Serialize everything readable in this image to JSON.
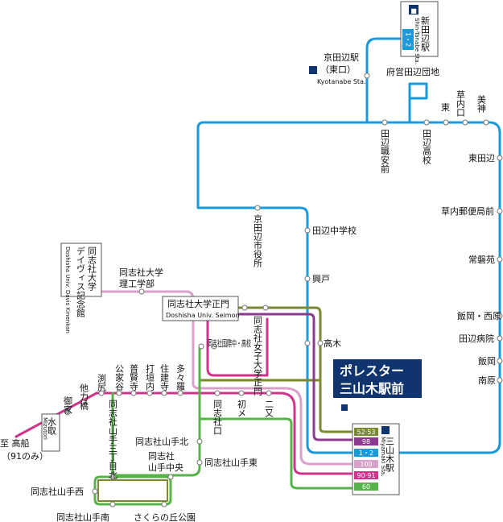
{
  "colors": {
    "blue": "#1a9ad9",
    "olive": "#7a8a2e",
    "magenta": "#d0338c",
    "purple": "#8c3a8f",
    "pink": "#d9a0c9",
    "green": "#56b34a",
    "navy": "#10356e"
  },
  "destination": {
    "line1": "ポレスター",
    "line2": "三山木駅前"
  },
  "stations": {
    "shintanabe": {
      "name": "新田辺駅",
      "en": "Shin-Tanabe Sta.",
      "pill": "1・2"
    },
    "kyotanabe": {
      "name1": "京田辺駅",
      "name2": "（東口）",
      "en": "Kyotanabe Sta."
    },
    "miyamaki": {
      "name": "三山木駅",
      "en": "Miyamaki Sta."
    }
  },
  "route_badges": [
    "52·53",
    "98",
    "1・2",
    "100",
    "90·91",
    "60"
  ],
  "stops": {
    "fueitanabe": "府営田辺団地",
    "higashi": "東",
    "kusauchiguchi": "草内口",
    "kanbi": "美神",
    "tanabe_shokuan": "田辺職安前",
    "tanabe_koko": "田辺高校",
    "higashitanabe": "東田辺",
    "kusauchi_yubin": "草内郵便局前",
    "jobanen": "常磐苑",
    "iioka_nishihara": "飯岡・西原",
    "tanabe_byoin": "田辺病院",
    "iioka": "飯岡",
    "minamihara": "南原",
    "shiyakusho": "京田辺市役所",
    "tanabe_chu": "田辺中学校",
    "kouto": "興戸",
    "takagi": "高木",
    "doshisha_rikogaku1": "同志社大学",
    "doshisha_rikogaku2": "理工学部",
    "davis1": "同志社大学",
    "davis2": "デイヴィス記念館",
    "davis_en": "Doshisha Univ. Davis Kinenkan",
    "seimon": "同志社大学正門",
    "seimon_en": "Doshisha Univ. Seimon",
    "kokusai": "同志社国際中・高校",
    "joshi": "同志社女子大学正門",
    "takara": "多々羅",
    "sumiyoshi": "住建寺",
    "uchigakiuchi": "打垣内",
    "fugenji": "普賢寺",
    "kuyadani": "公家谷",
    "fuchiri": "渕尻",
    "tachikarabashi": "他力橋",
    "mike": "御家",
    "mizutori": "水取",
    "mizutori_en": "Mizutori",
    "shishaguchi": "同志社口",
    "hatsume": "初メ",
    "futamata": "二又",
    "yamate_sannome": "同志社山手三丁目北",
    "yamate_kita": "同志社山手北",
    "yamate_chuo1": "同志社",
    "yamate_chuo2": "山手中央",
    "yamate_higashi": "同志社山手東",
    "yamate_nishi": "同志社山手西",
    "yamate_minami": "同志社山手南",
    "sakura": "さくらの丘公園",
    "takafune1": "至 高船",
    "takafune2": "（91のみ）"
  }
}
